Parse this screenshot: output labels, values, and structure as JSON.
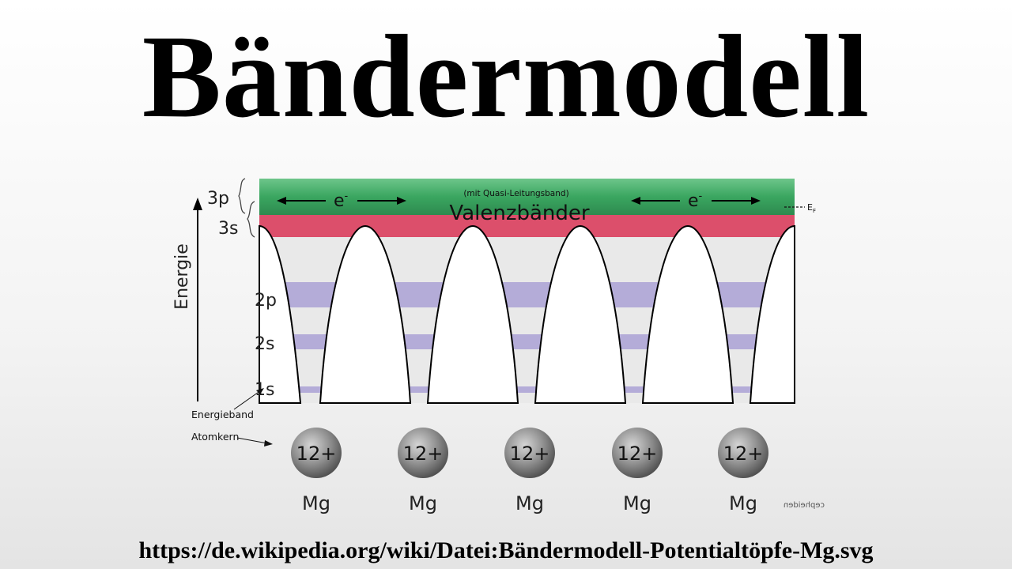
{
  "title": "Bändermodell",
  "source_url": "https://de.wikipedia.org/wiki/Datei:Bändermodell-Potentialtöpfe-Mg.svg",
  "diagram": {
    "axis_label": "Energie",
    "levels": {
      "p3": "3p",
      "s3": "3s",
      "p2": "2p",
      "s2": "2s",
      "s1": "1s"
    },
    "conduction_note": "(mit Quasi-Leitungsband)",
    "electron": "e",
    "electron_sup": "-",
    "valence_label": "Valenzbänder",
    "fermi_label": "E",
    "fermi_sub": "F",
    "energy_band_label": "Energieband",
    "nucleus_label": "Atomkern",
    "charge": "12+",
    "element": "Mg",
    "author": "cepheiden",
    "colors": {
      "band_3p": "#3aa660",
      "band_3s": "#dc4f6b",
      "band_core": "#b4acd8",
      "well_fill": "#ffffff",
      "background": "#e9e9e9"
    }
  }
}
